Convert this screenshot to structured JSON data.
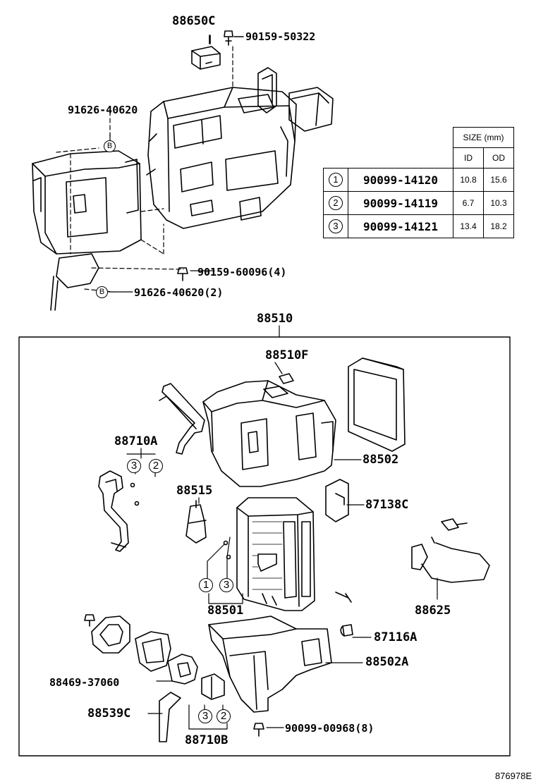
{
  "upper_labels": {
    "p88650C": "88650C",
    "p90159_50322": "90159-50322",
    "p91626_40620": "91626-40620",
    "p90159_60096": "90159-60096(4)",
    "p91626_40620_2": "91626-40620(2)",
    "ref_b": "B"
  },
  "size_table": {
    "header": "SIZE (mm)",
    "col_id": "ID",
    "col_od": "OD",
    "rows": [
      {
        "no": "1",
        "part": "90099-14120",
        "id": "10.8",
        "od": "15.6"
      },
      {
        "no": "2",
        "part": "90099-14119",
        "id": "6.7",
        "od": "10.3"
      },
      {
        "no": "3",
        "part": "90099-14121",
        "id": "13.4",
        "od": "18.2"
      }
    ]
  },
  "assembly": {
    "title": "88510",
    "labels": {
      "p88510F": "88510F",
      "p88710A": "88710A",
      "p88502": "88502",
      "p88515": "88515",
      "p87138C": "87138C",
      "p88501": "88501",
      "p88625": "88625",
      "p87116A": "87116A",
      "p88502A": "88502A",
      "p88469": "88469-37060",
      "p88539C": "88539C",
      "p90099_00968": "90099-00968(8)",
      "p88710B": "88710B"
    },
    "callouts": {
      "one": "1",
      "two": "2",
      "three": "3"
    }
  },
  "footer": {
    "code": "876978E"
  }
}
